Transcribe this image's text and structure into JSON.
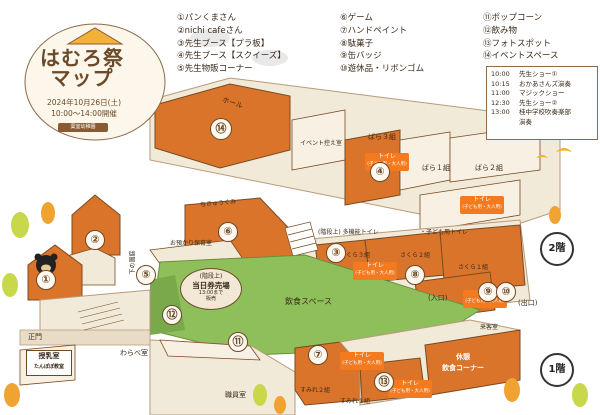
{
  "logo": {
    "title_line1": "はむろ祭",
    "title_line2": "マップ",
    "date": "2024年10月26日(土)",
    "time": "10:00〜14:00開催",
    "org": "葉室幼稚園"
  },
  "legend_col1": [
    "①パンくまさん",
    "②nichi cafeさん",
    "③先生ブース【プラ板】",
    "④先生ブース【スクイーズ】",
    "⑤先生物販コーナー"
  ],
  "legend_col2": [
    "⑥ゲーム",
    "⑦ハンドペイント",
    "⑧駄菓子",
    "⑨缶バッジ",
    "⑩遊休品・リボンゴム"
  ],
  "legend_col3": [
    "⑪ポップコーン",
    "⑫飲み物",
    "⑬フォトスポット",
    "⑭イベントスペース"
  ],
  "schedule": [
    {
      "time": "10:00",
      "event": "先生ショー①"
    },
    {
      "time": "10:15",
      "event": "おかあさんズ演奏"
    },
    {
      "time": "11:00",
      "event": "マジックショー"
    },
    {
      "time": "12:30",
      "event": "先生ショー②"
    },
    {
      "time": "13:00",
      "event": "桂中学校吹奏楽部"
    },
    {
      "time": "",
      "event": "演奏"
    }
  ],
  "map": {
    "hall": "ホール",
    "event_waiting": "イベント控え室",
    "bara3": "ばら３組",
    "bara1": "ばら１組",
    "bara2": "ばら２組",
    "chikyu": "ちきゅうぐみ",
    "otomodachi": "お預かり保育室",
    "shita_kaidan": "下の園庭",
    "kaidan_toilet": "(階段上) 多機能トイレ",
    "kodomo_toilet": "・子ども用トイレ",
    "sakura3": "さくら３組",
    "sakura2": "さくら２組",
    "sakura1": "さくら１組",
    "iriguchi": "(入口)",
    "deguchi": "(出口)",
    "inshoku": "飲食スペース",
    "seimon": "正門",
    "jyuyu": "授乳室",
    "jyuyu_sub": "たんぽぽ教室",
    "warabe": "わらべ室",
    "shokuin": "職員室",
    "sumire2": "すみれ２組",
    "sumire1": "すみれ１組",
    "raikyaku": "来客室",
    "kyukei": "休憩",
    "kyukei2": "飲食コーナー",
    "floor2": "2階",
    "floor1": "1階",
    "toilet": "トイレ",
    "toilet_sub": "(子ども用・大人用)",
    "ticket_top": "(階段上)",
    "ticket_mid": "当日券売場",
    "ticket_sub": "13:00まで",
    "ticket_sub2": "販売"
  },
  "markers": [
    "①",
    "②",
    "③",
    "④",
    "⑤",
    "⑥",
    "⑦",
    "⑧",
    "⑨",
    "⑩",
    "⑪",
    "⑫",
    "⑬",
    "⑭"
  ],
  "colors": {
    "room": "#d9742a",
    "ground": "#8fbf5a",
    "wall": "#f2ead9",
    "accent": "#f47a20"
  }
}
